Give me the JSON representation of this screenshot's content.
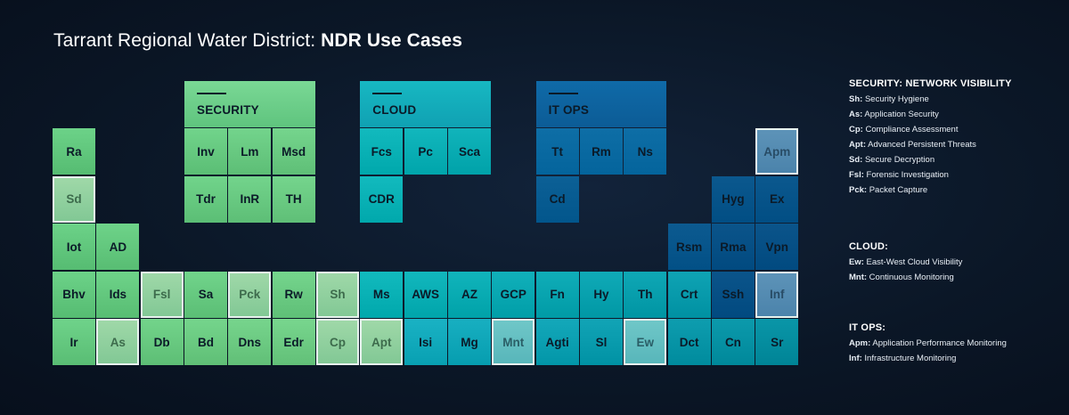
{
  "title": {
    "prefix": "Tarrant Regional Water District: ",
    "bold": "NDR Use Cases"
  },
  "headers": [
    {
      "label": "SECURITY",
      "col": 3,
      "span": 3,
      "group": "sec"
    },
    {
      "label": "CLOUD",
      "col": 7,
      "span": 3,
      "group": "cld"
    },
    {
      "label": "IT OPS",
      "col": 11,
      "span": 3,
      "group": "itp"
    }
  ],
  "cells": [
    {
      "t": "Ra",
      "r": 1,
      "c": 0,
      "g": "sec"
    },
    {
      "t": "Inv",
      "r": 1,
      "c": 3,
      "g": "sec"
    },
    {
      "t": "Lm",
      "r": 1,
      "c": 4,
      "g": "sec"
    },
    {
      "t": "Msd",
      "r": 1,
      "c": 5,
      "g": "sec"
    },
    {
      "t": "Fcs",
      "r": 1,
      "c": 7,
      "g": "cld"
    },
    {
      "t": "Pc",
      "r": 1,
      "c": 8,
      "g": "cld"
    },
    {
      "t": "Sca",
      "r": 1,
      "c": 9,
      "g": "cld"
    },
    {
      "t": "Tt",
      "r": 1,
      "c": 11,
      "g": "itp"
    },
    {
      "t": "Rm",
      "r": 1,
      "c": 12,
      "g": "itp"
    },
    {
      "t": "Ns",
      "r": 1,
      "c": 13,
      "g": "itp"
    },
    {
      "t": "Apm",
      "r": 1,
      "c": 16,
      "g": "itp",
      "hl": true
    },
    {
      "t": "Sd",
      "r": 2,
      "c": 0,
      "g": "sec",
      "hl": true
    },
    {
      "t": "Tdr",
      "r": 2,
      "c": 3,
      "g": "sec"
    },
    {
      "t": "InR",
      "r": 2,
      "c": 4,
      "g": "sec"
    },
    {
      "t": "TH",
      "r": 2,
      "c": 5,
      "g": "sec"
    },
    {
      "t": "CDR",
      "r": 2,
      "c": 7,
      "g": "cld"
    },
    {
      "t": "Cd",
      "r": 2,
      "c": 11,
      "g": "itp"
    },
    {
      "t": "Hyg",
      "r": 2,
      "c": 15,
      "g": "itp"
    },
    {
      "t": "Ex",
      "r": 2,
      "c": 16,
      "g": "itp"
    },
    {
      "t": "Iot",
      "r": 3,
      "c": 0,
      "g": "sec"
    },
    {
      "t": "AD",
      "r": 3,
      "c": 1,
      "g": "sec"
    },
    {
      "t": "Rsm",
      "r": 3,
      "c": 14,
      "g": "itp"
    },
    {
      "t": "Rma",
      "r": 3,
      "c": 15,
      "g": "itp"
    },
    {
      "t": "Vpn",
      "r": 3,
      "c": 16,
      "g": "itp"
    },
    {
      "t": "Bhv",
      "r": 4,
      "c": 0,
      "g": "sec"
    },
    {
      "t": "Ids",
      "r": 4,
      "c": 1,
      "g": "sec"
    },
    {
      "t": "Fsl",
      "r": 4,
      "c": 2,
      "g": "sec",
      "hl": true
    },
    {
      "t": "Sa",
      "r": 4,
      "c": 3,
      "g": "sec"
    },
    {
      "t": "Pck",
      "r": 4,
      "c": 4,
      "g": "sec",
      "hl": true
    },
    {
      "t": "Rw",
      "r": 4,
      "c": 5,
      "g": "sec"
    },
    {
      "t": "Sh",
      "r": 4,
      "c": 6,
      "g": "sec",
      "hl": true
    },
    {
      "t": "Ms",
      "r": 4,
      "c": 7,
      "g": "cld"
    },
    {
      "t": "AWS",
      "r": 4,
      "c": 8,
      "g": "cld"
    },
    {
      "t": "AZ",
      "r": 4,
      "c": 9,
      "g": "cld"
    },
    {
      "t": "GCP",
      "r": 4,
      "c": 10,
      "g": "cld"
    },
    {
      "t": "Fn",
      "r": 4,
      "c": 11,
      "g": "cld"
    },
    {
      "t": "Hy",
      "r": 4,
      "c": 12,
      "g": "cld"
    },
    {
      "t": "Th",
      "r": 4,
      "c": 13,
      "g": "cld"
    },
    {
      "t": "Crt",
      "r": 4,
      "c": 14,
      "g": "cld"
    },
    {
      "t": "Ssh",
      "r": 4,
      "c": 15,
      "g": "itp"
    },
    {
      "t": "Inf",
      "r": 4,
      "c": 16,
      "g": "itp",
      "hl": true
    },
    {
      "t": "Ir",
      "r": 5,
      "c": 0,
      "g": "sec"
    },
    {
      "t": "As",
      "r": 5,
      "c": 1,
      "g": "sec",
      "hl": true
    },
    {
      "t": "Db",
      "r": 5,
      "c": 2,
      "g": "sec"
    },
    {
      "t": "Bd",
      "r": 5,
      "c": 3,
      "g": "sec"
    },
    {
      "t": "Dns",
      "r": 5,
      "c": 4,
      "g": "sec"
    },
    {
      "t": "Edr",
      "r": 5,
      "c": 5,
      "g": "sec"
    },
    {
      "t": "Cp",
      "r": 5,
      "c": 6,
      "g": "sec",
      "hl": true
    },
    {
      "t": "Apt",
      "r": 5,
      "c": 7,
      "g": "sec",
      "hl": true
    },
    {
      "t": "Isi",
      "r": 5,
      "c": 8,
      "g": "cld"
    },
    {
      "t": "Mg",
      "r": 5,
      "c": 9,
      "g": "cld"
    },
    {
      "t": "Mnt",
      "r": 5,
      "c": 10,
      "g": "cld",
      "hl": true
    },
    {
      "t": "Agti",
      "r": 5,
      "c": 11,
      "g": "cld"
    },
    {
      "t": "Sl",
      "r": 5,
      "c": 12,
      "g": "cld"
    },
    {
      "t": "Ew",
      "r": 5,
      "c": 13,
      "g": "cld",
      "hl": true
    },
    {
      "t": "Dct",
      "r": 5,
      "c": 14,
      "g": "cld"
    },
    {
      "t": "Cn",
      "r": 5,
      "c": 15,
      "g": "cld"
    },
    {
      "t": "Sr",
      "r": 5,
      "c": 16,
      "g": "cld"
    }
  ],
  "legend": [
    {
      "heading": "SECURITY: NETWORK VISIBILITY",
      "items": [
        {
          "abbr": "Sh:",
          "text": " Security Hygiene"
        },
        {
          "abbr": "As:",
          "text": " Application Security"
        },
        {
          "abbr": "Cp:",
          "text": " Compliance Assessment"
        },
        {
          "abbr": "Apt:",
          "text": " Advanced Persistent Threats"
        },
        {
          "abbr": "Sd:",
          "text": " Secure Decryption"
        },
        {
          "abbr": "Fsl:",
          "text": " Forensic Investigation"
        },
        {
          "abbr": "Pck:",
          "text": " Packet Capture"
        }
      ]
    },
    {
      "heading": "CLOUD:",
      "items": [
        {
          "abbr": "Ew:",
          "text": " East-West Cloud Visibility"
        },
        {
          "abbr": "Mnt:",
          "text": " Continuous Monitoring"
        }
      ]
    },
    {
      "heading": "IT OPS:",
      "items": [
        {
          "abbr": "Apm:",
          "text": " Application Performance Monitoring"
        },
        {
          "abbr": "Inf:",
          "text": " Infrastructure Monitoring"
        }
      ]
    }
  ],
  "colors": {
    "security": "#5cc27a",
    "cloud": "#14a9b6",
    "itops": "#0e5e94",
    "background": "#0b1727"
  }
}
